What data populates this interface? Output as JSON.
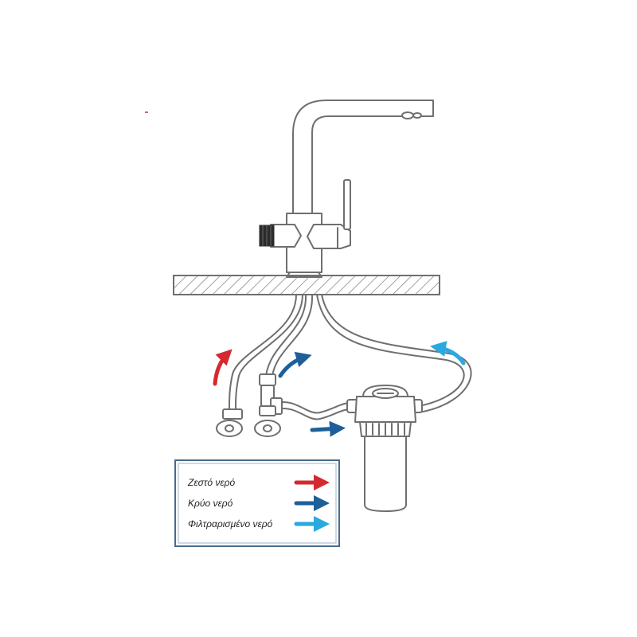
{
  "legend": {
    "items": [
      {
        "label": "Ζεστό νερό",
        "color": "#d42a2f",
        "kind": "hot"
      },
      {
        "label": "Κρύο νερό",
        "color": "#1f5f99",
        "kind": "cold"
      },
      {
        "label": "Φιλτραρισμένο νερό",
        "color": "#29a9df",
        "kind": "filtered"
      }
    ]
  },
  "colors": {
    "hot": "#d42a2f",
    "cold": "#1f5f99",
    "filtered": "#29a9df",
    "outline": "#6f6f6f",
    "legend_border": "#4a6b8a"
  },
  "components": [
    "three-way-faucet",
    "countertop",
    "hot-water-hose",
    "cold-water-hose",
    "filtered-water-hose",
    "angle-valve-hot",
    "angle-valve-cold",
    "tee-connector",
    "water-filter-housing"
  ]
}
